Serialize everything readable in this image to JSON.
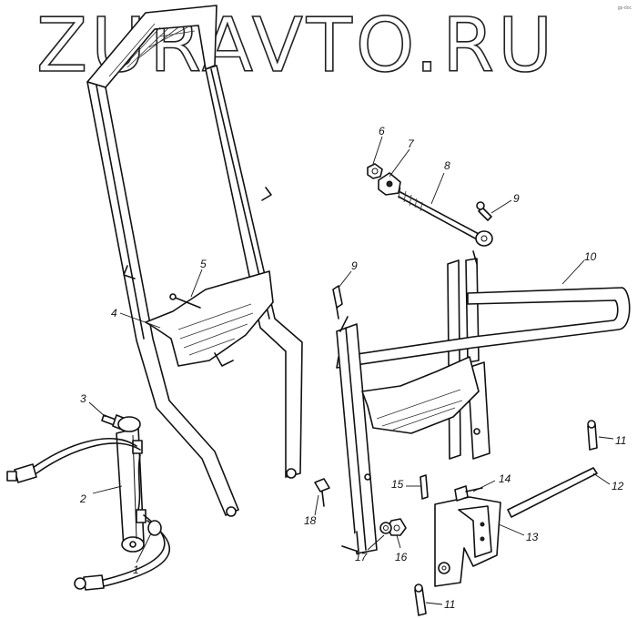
{
  "watermark": "ZURAVTO.RU",
  "corner_mark": "gp-doc",
  "labels": {
    "n1": "1",
    "n2": "2",
    "n3": "3",
    "n4": "4",
    "n5": "5",
    "n6": "6",
    "n7": "7",
    "n8": "8",
    "n9a": "9",
    "n9b": "9",
    "n10": "10",
    "n11a": "11",
    "n11b": "11",
    "n12": "12",
    "n13": "13",
    "n14": "14",
    "n15": "15",
    "n16": "16",
    "n17": "17",
    "n18": "18"
  }
}
